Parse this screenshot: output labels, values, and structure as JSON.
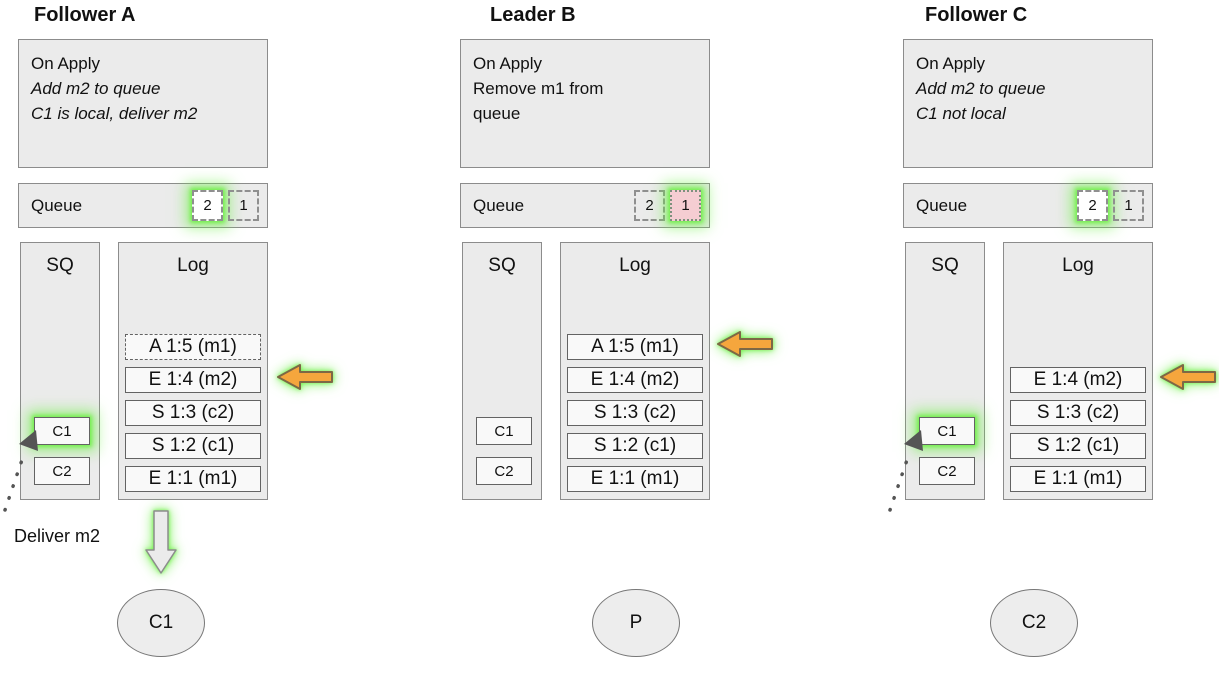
{
  "colors": {
    "box_fill": "#ebebeb",
    "inner_fill": "#f9f9f9",
    "border_gray": "#8c8c8c",
    "highlight_green": "#6ef046",
    "arrow_orange": "#f5a63d",
    "queue_pink": "#f5cdd2"
  },
  "columns": [
    {
      "title": "Follower A",
      "on_apply": {
        "lines": [
          {
            "text": "On Apply"
          },
          {
            "text": "Add m2 to queue"
          },
          {
            "text": "C1 is local, deliver m2"
          }
        ]
      },
      "queue": {
        "label": "Queue",
        "items": [
          {
            "value": "2"
          },
          {
            "value": "1"
          }
        ]
      },
      "sq": {
        "label": "SQ",
        "items": [
          {
            "value": "C1"
          },
          {
            "value": "C2"
          }
        ]
      },
      "log": {
        "label": "Log",
        "entries": [
          {
            "text": "A 1:5 (m1)"
          },
          {
            "text": "E 1:4 (m2)"
          },
          {
            "text": "S 1:3 (c2)"
          },
          {
            "text": "S 1:2 (c1)"
          },
          {
            "text": "E 1:1 (m1)"
          }
        ]
      },
      "deliver_label": "Deliver m2",
      "client": {
        "label": "C1"
      }
    },
    {
      "title": "Leader B",
      "on_apply": {
        "lines": [
          {
            "text": "On Apply"
          },
          {
            "text": "Remove m1 from"
          },
          {
            "text": "queue"
          }
        ]
      },
      "queue": {
        "label": "Queue",
        "items": [
          {
            "value": "2"
          },
          {
            "value": "1"
          }
        ]
      },
      "sq": {
        "label": "SQ",
        "items": [
          {
            "value": "C1"
          },
          {
            "value": "C2"
          }
        ]
      },
      "log": {
        "label": "Log",
        "entries": [
          {
            "text": "A 1:5 (m1)"
          },
          {
            "text": "E 1:4 (m2)"
          },
          {
            "text": "S 1:3 (c2)"
          },
          {
            "text": "S 1:2 (c1)"
          },
          {
            "text": "E 1:1 (m1)"
          }
        ]
      },
      "client": {
        "label": "P"
      }
    },
    {
      "title": "Follower C",
      "on_apply": {
        "lines": [
          {
            "text": "On Apply"
          },
          {
            "text": "Add m2 to queue"
          },
          {
            "text": "C1 not local"
          }
        ]
      },
      "queue": {
        "label": "Queue",
        "items": [
          {
            "value": "2"
          },
          {
            "value": "1"
          }
        ]
      },
      "sq": {
        "label": "SQ",
        "items": [
          {
            "value": "C1"
          },
          {
            "value": "C2"
          }
        ]
      },
      "log": {
        "label": "Log",
        "entries": [
          {
            "text": "E 1:4 (m2)"
          },
          {
            "text": "S 1:3 (c2)"
          },
          {
            "text": "S 1:2 (c1)"
          },
          {
            "text": "E 1:1 (m1)"
          }
        ]
      },
      "client": {
        "label": "C2"
      }
    }
  ]
}
